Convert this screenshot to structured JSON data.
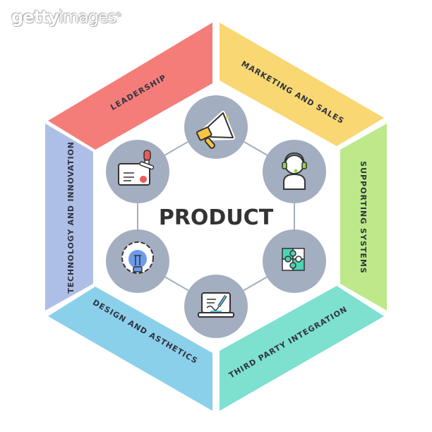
{
  "watermark": {
    "bold": "getty",
    "light": "images",
    "mark": "®"
  },
  "center": {
    "title": "PRODUCT",
    "color": "#333333"
  },
  "segments": [
    {
      "label": "LEADERSHIP",
      "color": "#F47D7A"
    },
    {
      "label": "MARKETING AND SALES",
      "color": "#F9D772"
    },
    {
      "label": "SUPPORTING SYSTEMS",
      "color": "#BDE98A"
    },
    {
      "label": "THIRD PARTY INTEGRATION",
      "color": "#7EE0CE"
    },
    {
      "label": "DESIGN AND ASTHETICS",
      "color": "#8BD0EA"
    },
    {
      "label": "TECHNOLOGY AND INNOVATION",
      "color": "#AEBFE7"
    }
  ],
  "nodes": [
    {
      "icon": "megaphone-icon",
      "accent": "#F5C543"
    },
    {
      "icon": "customer-support-headset-icon",
      "accent": "#8EDB3F"
    },
    {
      "icon": "puzzle-pieces-icon",
      "accent": "#4CD4B5"
    },
    {
      "icon": "laptop-signature-icon",
      "accent": "#4FC3E6"
    },
    {
      "icon": "lightbulb-gear-icon",
      "accent": "#6C9BEA"
    },
    {
      "icon": "certificate-stamp-icon",
      "accent": "#EE5A5A"
    }
  ],
  "node_color": "#A3AEC1",
  "connector_color": "#A3AEC1"
}
